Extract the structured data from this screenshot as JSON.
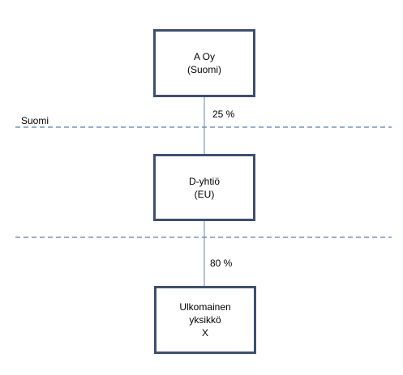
{
  "boxes": {
    "a_oy": {
      "line1": "A Oy",
      "line2": "(Suomi)"
    },
    "d_yhtio": {
      "line1": "D-yhtiö",
      "line2": "(EU)"
    },
    "ulkomainen": {
      "line1": "Ulkomainen",
      "line2": "yksikkö",
      "line3": "X"
    }
  },
  "labels": {
    "border_region": "Suomi",
    "ownership_a_d": "25 %",
    "ownership_d_x": "80 %"
  },
  "colors": {
    "box_border": "#3f4f6d",
    "connector": "#5b87b8",
    "dashed_line": "#2f5f9a"
  }
}
